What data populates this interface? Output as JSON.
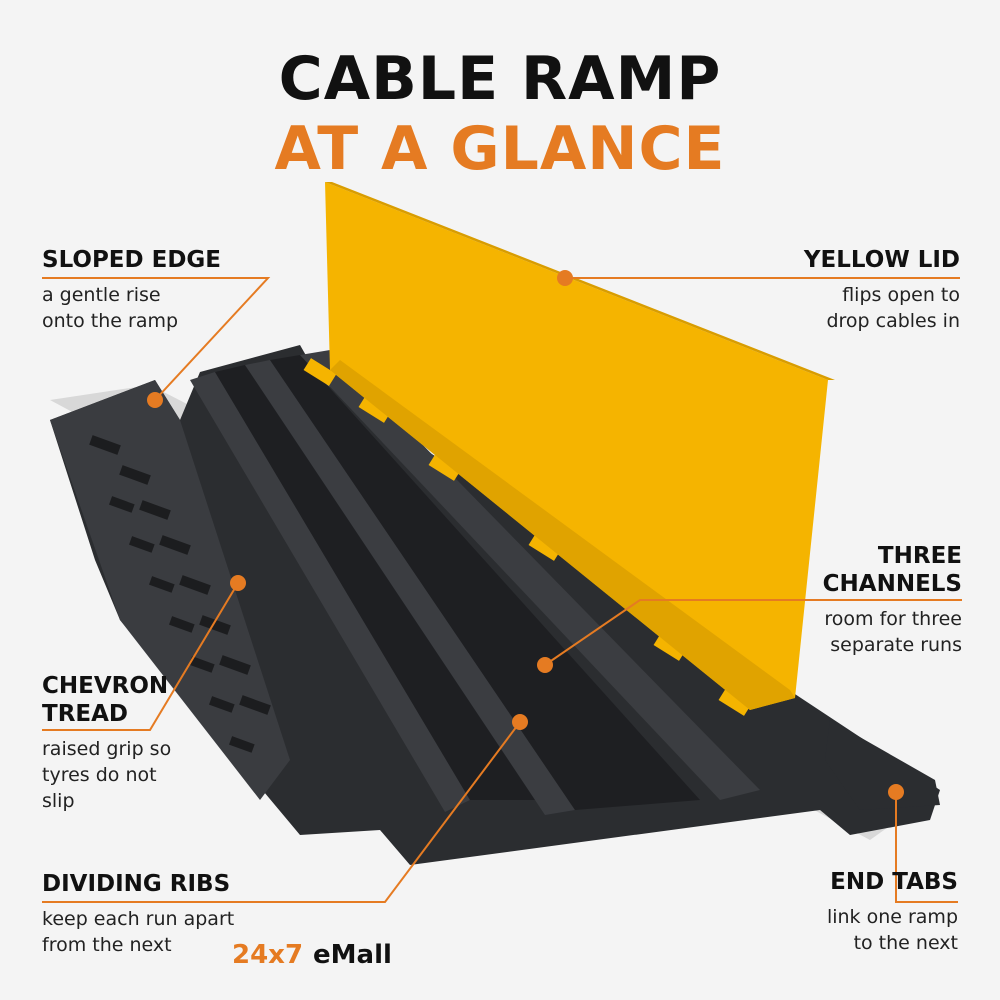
{
  "title": {
    "line1": "CABLE RAMP",
    "line2": "AT A GLANCE"
  },
  "accent_color": "#e57b22",
  "lid_color": "#f5b400",
  "ramp_color": "#2b2d30",
  "callouts": {
    "sloped_edge": {
      "head": "SLOPED EDGE",
      "desc1": "a gentle rise",
      "desc2": "onto the ramp"
    },
    "yellow_lid": {
      "head": "YELLOW LID",
      "desc1": "flips open to",
      "desc2": "drop cables in"
    },
    "three_channels": {
      "head1": "THREE",
      "head2": "CHANNELS",
      "desc1": "room for three",
      "desc2": "separate runs"
    },
    "chevron_tread": {
      "head1": "CHEVRON",
      "head2": "TREAD",
      "desc1": "raised grip so",
      "desc2": "tyres do not",
      "desc3": "slip"
    },
    "dividing_ribs": {
      "head": "DIVIDING RIBS",
      "desc1": "keep each run apart",
      "desc2": "from the next"
    },
    "end_tabs": {
      "head": "END TABS",
      "desc1": "link one ramp",
      "desc2": "to the next"
    }
  },
  "brand": {
    "part1": "24x7",
    "part2": "eMall"
  }
}
